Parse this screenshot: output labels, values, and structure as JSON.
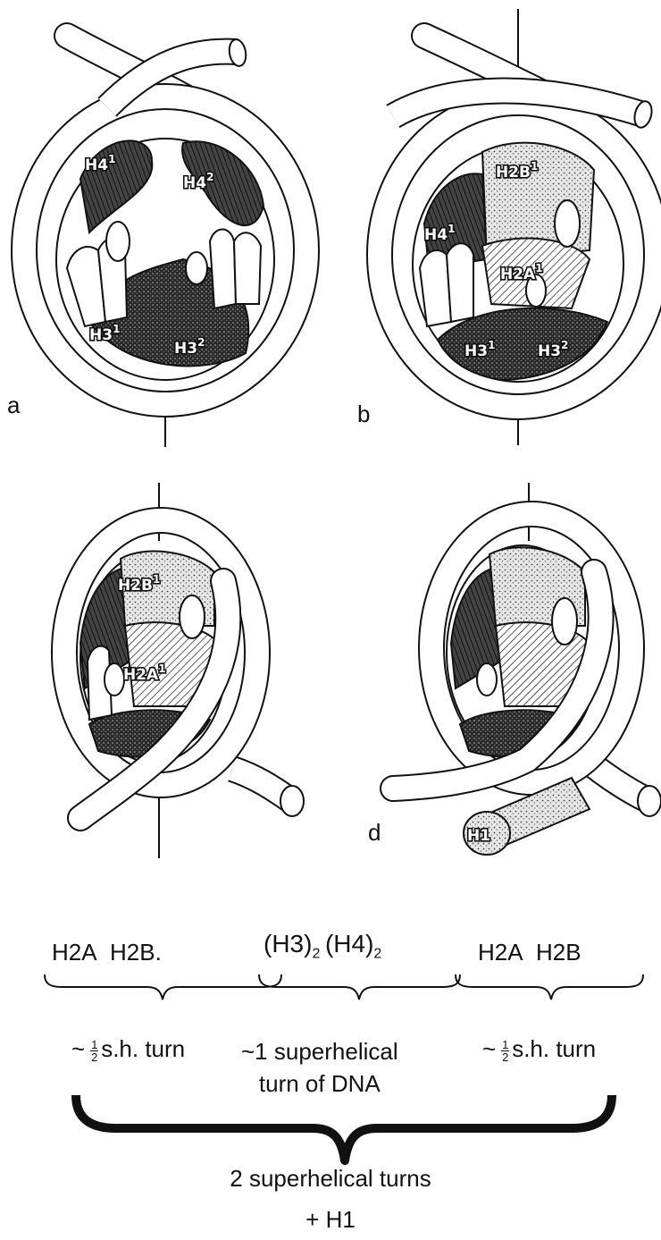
{
  "panels": [
    {
      "letter": "a",
      "labels": [
        {
          "base": "H4",
          "sup": "1"
        },
        {
          "base": "H4",
          "sup": "2"
        },
        {
          "base": "H3",
          "sup": "1"
        },
        {
          "base": "H3",
          "sup": "2"
        }
      ]
    },
    {
      "letter": "b",
      "labels": [
        {
          "base": "H2B",
          "sup": "1"
        },
        {
          "base": "H4",
          "sup": "1"
        },
        {
          "base": "H2A",
          "sup": "1"
        },
        {
          "base": "H3",
          "sup": "1"
        },
        {
          "base": "H3",
          "sup": "2"
        }
      ]
    },
    {
      "letter": "",
      "labels": [
        {
          "base": "H2B",
          "sup": "1"
        },
        {
          "base": "H2A",
          "sup": "1"
        }
      ]
    },
    {
      "letter": "d",
      "labels": [
        {
          "base": "H1",
          "sup": ""
        }
      ]
    }
  ],
  "groups": {
    "left": {
      "h2a": "H2A",
      "h2b": "H2B."
    },
    "middle": {
      "h3": "(H3)",
      "h3_sub": "2",
      "h4": "(H4)",
      "h4_sub": "2"
    },
    "right": {
      "h2a": "H2A",
      "h2b": "H2B"
    }
  },
  "turns": {
    "left": {
      "prefix": "~",
      "num": "1",
      "den": "2",
      "text": "s.h. turn"
    },
    "middle": {
      "line1": "~1 superhelical",
      "line2": "turn of DNA"
    },
    "right": {
      "prefix": "~",
      "num": "1",
      "den": "2",
      "text": "s.h. turn"
    }
  },
  "total": {
    "line1": "2 superhelical turns",
    "line2": "+ H1"
  },
  "colors": {
    "ink": "#111111",
    "paper": "#ffffff",
    "stipple": "#555555"
  }
}
